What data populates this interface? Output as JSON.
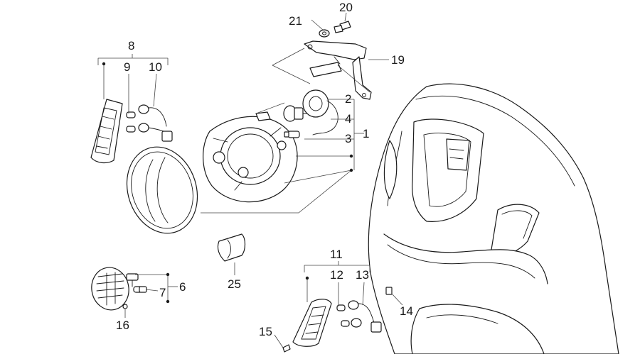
{
  "diagram": {
    "callouts": [
      "1",
      "2",
      "3",
      "4",
      "6",
      "7",
      "8",
      "9",
      "10",
      "11",
      "12",
      "13",
      "14",
      "15",
      "16",
      "19",
      "20",
      "21",
      "25"
    ]
  },
  "colors": {
    "line": "#1a1a1a",
    "leader": "#444444",
    "background": "#ffffff"
  }
}
